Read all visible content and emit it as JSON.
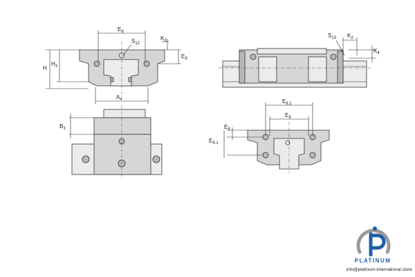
{
  "dimensions": {
    "E8": [
      "E",
      "8"
    ],
    "S12": [
      "S",
      "12"
    ],
    "K3": [
      "K",
      "3"
    ],
    "E9": [
      "E",
      "9"
    ],
    "H": [
      "H",
      ""
    ],
    "H3": [
      "H",
      "3"
    ],
    "A4": [
      "A",
      "4"
    ],
    "B3": [
      "B",
      "3"
    ],
    "S13": [
      "S",
      "13"
    ],
    "K2": [
      "K",
      "2"
    ],
    "K4": [
      "K",
      "4"
    ],
    "E81": [
      "E",
      "8.1"
    ],
    "E8b": [
      "E",
      "8"
    ],
    "E9b": [
      "E",
      "9"
    ],
    "E91": [
      "E",
      "9.1"
    ]
  },
  "branding": {
    "logo_text": "PLATINUM",
    "contact": "info@platinum-international.store",
    "colors": {
      "blue": "#1f5fa8",
      "grey": "#9a9a9a"
    }
  }
}
